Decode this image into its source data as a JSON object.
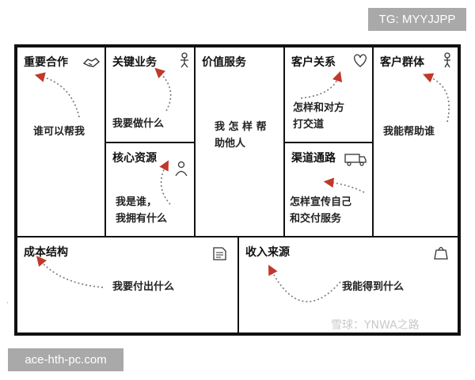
{
  "tags": {
    "top_right": "TG: MYYJJPP",
    "bottom_left": "ace-hth-pc.com"
  },
  "cells": {
    "key_partners": {
      "title": "重要合作",
      "body": [
        "谁可以帮我"
      ],
      "icon": "handshake-icon"
    },
    "key_activities": {
      "title": "关键业务",
      "body": [
        "我要做什么"
      ],
      "icon": "worker-icon"
    },
    "key_resources": {
      "title": "核心资源",
      "body": [
        "我是谁，",
        "我拥有什么"
      ],
      "icon": "person-icon"
    },
    "value_props": {
      "title": "价值服务",
      "body": [
        "我 怎 样 帮",
        "助他人"
      ],
      "icon": ""
    },
    "customer_rel": {
      "title": "客户关系",
      "body": [
        "怎样和对方",
        "打交道"
      ],
      "icon": "heart-icon"
    },
    "channels": {
      "title": "渠道通路",
      "body": [
        "怎样宣传自己",
        "和交付服务"
      ],
      "icon": "truck-icon"
    },
    "segments": {
      "title": "客户群体",
      "body": [
        "我能帮助谁"
      ],
      "icon": "figure-icon"
    },
    "cost": {
      "title": "成本结构",
      "body": [
        "我要付出什么"
      ],
      "icon": ""
    },
    "revenue": {
      "title": "收入来源",
      "body": [
        "我能得到什么"
      ],
      "icon": "bag-icon"
    }
  },
  "watermark": "雪球：YNWA之路"
}
